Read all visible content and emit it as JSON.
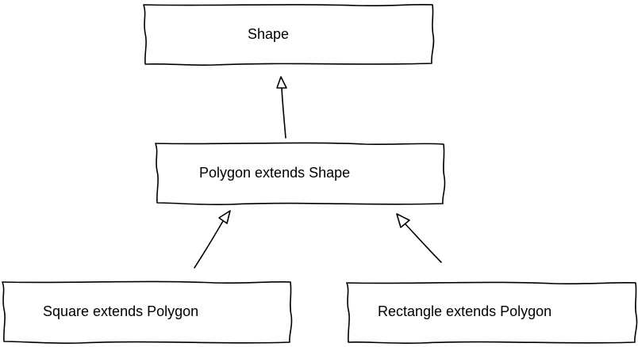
{
  "nodes": {
    "shape": {
      "label": "Shape"
    },
    "polygon": {
      "label": "Polygon extends Shape"
    },
    "square": {
      "label": "Square extends Polygon"
    },
    "rectangle": {
      "label": "Rectangle extends Polygon"
    }
  },
  "edges": [
    {
      "from": "polygon",
      "to": "shape",
      "type": "inheritance"
    },
    {
      "from": "square",
      "to": "polygon",
      "type": "inheritance"
    },
    {
      "from": "rectangle",
      "to": "polygon",
      "type": "inheritance"
    }
  ],
  "colors": {
    "stroke": "#000000",
    "fill": "#ffffff",
    "text": "#000000"
  }
}
